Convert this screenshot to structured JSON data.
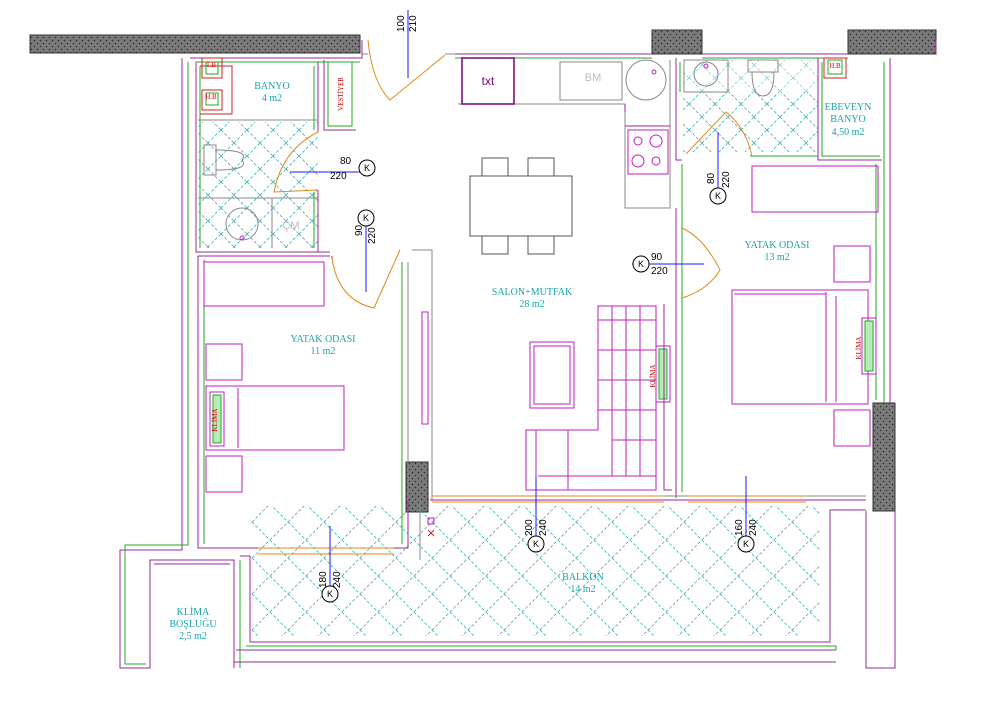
{
  "rooms": {
    "banyo": {
      "name": "BANYO",
      "area": "4 m2"
    },
    "ebeveyn_banyo": {
      "name1": "EBEVEYN",
      "name2": "BANYO",
      "area": "4,50 m2"
    },
    "salon": {
      "name": "SALON+MUTFAK",
      "area": "28  m2"
    },
    "yatak_left": {
      "name": "YATAK ODASI",
      "area": "11 m2"
    },
    "yatak_right": {
      "name": "YATAK ODASI",
      "area": "13 m2"
    },
    "balkon": {
      "name": "BALKON",
      "area": "14 m2"
    },
    "klima_boslugu": {
      "name1": "KLİMA",
      "name2": "BOŞLUĞU",
      "area": "2,5 m2"
    }
  },
  "labels": {
    "tb": "T.B",
    "hb_left": "H.B",
    "hb_right": "H.B",
    "vestiyer": "VESTİYER",
    "cm": "ÇM",
    "bm": "BM",
    "txt": "txt",
    "klima": "KLİMA"
  },
  "dimensions": {
    "top_door": {
      "w": "100",
      "h": "210"
    },
    "banyo_door": {
      "w": "80",
      "h": "220"
    },
    "yatak_left_door": {
      "w": "90",
      "h": "220"
    },
    "ebeveyn_door": {
      "w": "80",
      "h": "220"
    },
    "yatak_right_door": {
      "w": "90",
      "h": "220"
    },
    "salon_window": {
      "w": "200",
      "h": "240"
    },
    "yatak_right_window": {
      "w": "160",
      "h": "240"
    },
    "yatak_left_window": {
      "w": "180",
      "h": "240"
    }
  },
  "marker": "K",
  "colors": {
    "room_text": "#1aa3a8",
    "furniture": "#c21dc2",
    "wall_outer": "#9a2a9a",
    "wall_inner": "#22aa22",
    "door": "#e08a1a",
    "tile": "#1aa3a8",
    "dimension_line": "#1a1aff"
  }
}
